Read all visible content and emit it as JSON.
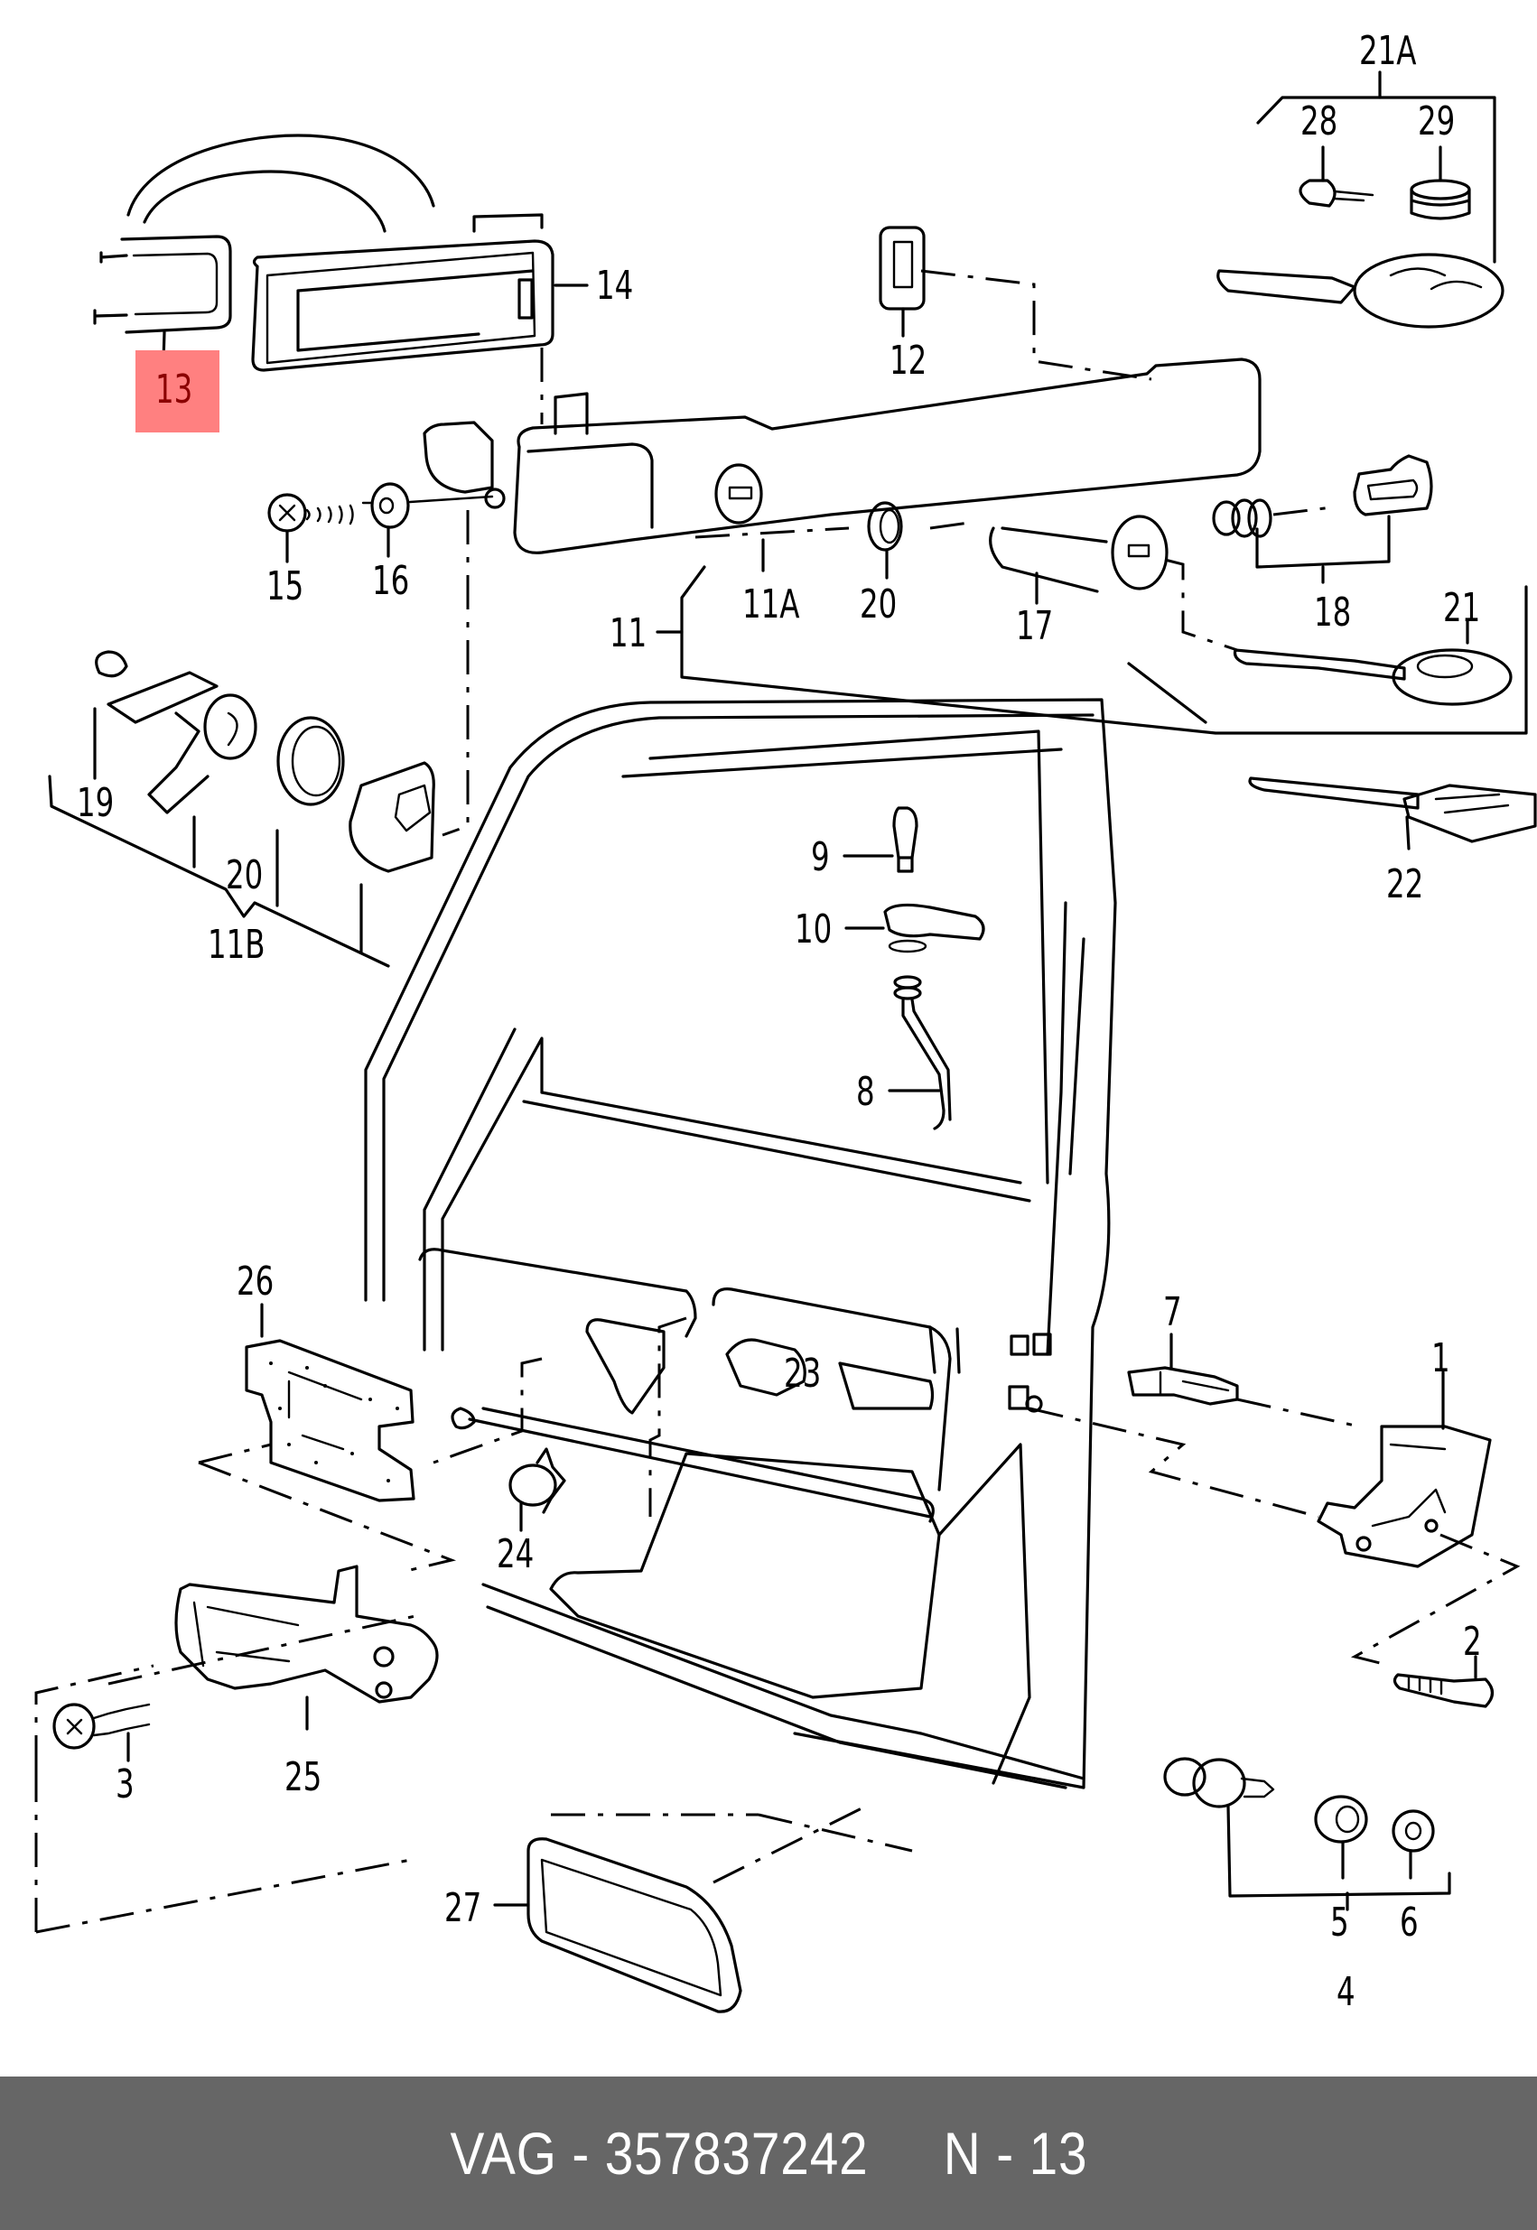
{
  "diagram": {
    "title": "Front door lock and handle exploded view",
    "highlighted_part": "13",
    "highlight_color": "#ff8080",
    "highlight_text_color": "#8b0000",
    "callouts": {
      "p1": "1",
      "p2": "2",
      "p3": "3",
      "p4": "4",
      "p5": "5",
      "p6": "6",
      "p7": "7",
      "p8": "8",
      "p9": "9",
      "p10": "10",
      "p11": "11",
      "p11A": "11A",
      "p11B": "11B",
      "p12": "12",
      "p13": "13",
      "p14": "14",
      "p15": "15",
      "p16": "16",
      "p17": "17",
      "p18": "18",
      "p19": "19",
      "p20a": "20",
      "p20b": "20",
      "p21": "21",
      "p21A": "21A",
      "p22": "22",
      "p23": "23",
      "p24": "24",
      "p25": "25",
      "p26": "26",
      "p27": "27",
      "p28": "28",
      "p29": "29"
    }
  },
  "footer": {
    "background": "#666666",
    "text": "VAG - 357837242     N - 13",
    "brand": "VAG",
    "part_number": "357837242",
    "position": "N - 13"
  }
}
